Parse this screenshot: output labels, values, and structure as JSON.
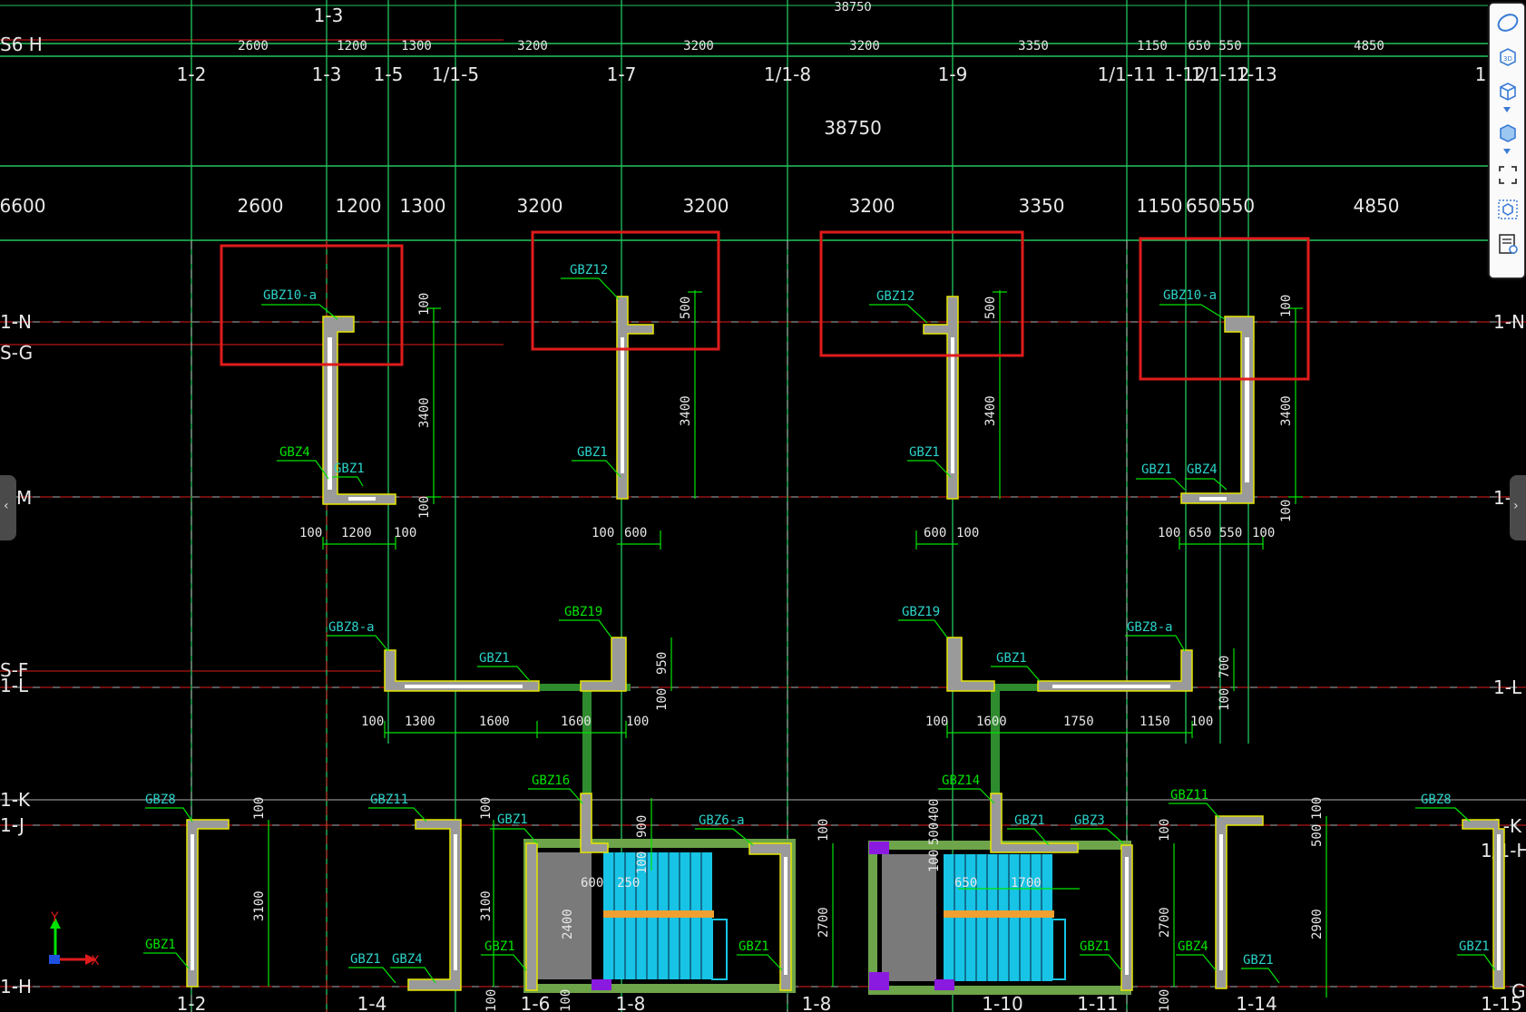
{
  "colors": {
    "axis": "#22c55e",
    "grid": "#b0b0b0",
    "dim": "#00e400",
    "wall": "#9a9a9a",
    "wallOutline": "#e6e600",
    "label": "#2bd3c9",
    "highlight": "#e01b1b",
    "stairs": "#17c4e6",
    "landing": "#f0a030",
    "slab": "#6ea44a",
    "purple": "#8b1ae0"
  },
  "top_total": "38750",
  "top_total_small": "38750",
  "axes_top": [
    "1-2",
    "1-3",
    "1-5",
    "1/1-5",
    "1-7",
    "1/1-8",
    "1-9",
    "1/1-11",
    "1-12",
    "1/1-12",
    "1-13",
    "1"
  ],
  "axis_1_3_top": "1-3",
  "small_dims_top": [
    "2600",
    "1200",
    "1300",
    "3200",
    "3200",
    "3200",
    "3350",
    "1150",
    "650",
    "550",
    "4850"
  ],
  "big_dims": [
    "6600",
    "2600",
    "1200",
    "1300",
    "3200",
    "3200",
    "3200",
    "3350",
    "1150",
    "650550",
    "4850"
  ],
  "left_axes": [
    "S6 H",
    "1-N",
    "S-G",
    "M",
    "S-F",
    "1-L",
    "1-K",
    "1-J",
    "1-H"
  ],
  "right_axes": [
    "1-N",
    "1-",
    "1-L",
    "1-K",
    "1/1-H",
    "G"
  ],
  "bottom_axes": [
    "1-2",
    "1-4",
    "1-6",
    "1-8",
    "1-8",
    "1-10",
    "1-11",
    "1-14",
    "1-15"
  ],
  "labels": {
    "gbz10a_1": "GBZ10-a",
    "gbz12_1": "GBZ12",
    "gbz12_2": "GBZ12",
    "gbz10a_2": "GBZ10-a",
    "gbz4_1": "GBZ4",
    "gbz1_1": "GBZ1",
    "gbz1_2": "GBZ1",
    "gbz1_3": "GBZ1",
    "gbz1_4": "GBZ1",
    "gbz4_2": "GBZ4",
    "gbz8a_1": "GBZ8-a",
    "gbz1_5": "GBZ1",
    "gbz19_1": "GBZ19",
    "gbz19_2": "GBZ19",
    "gbz1_6": "GBZ1",
    "gbz8a_2": "GBZ8-a",
    "gbz8_1": "GBZ8",
    "gbz11_1": "GBZ11",
    "gbz16": "GBZ16",
    "gbz1_7": "GBZ1",
    "gbz6a": "GBZ6-a",
    "gbz14": "GBZ14",
    "gbz1_8": "GBZ1",
    "gbz3": "GBZ3",
    "gbz11_2": "GBZ11",
    "gbz8_2": "GBZ8",
    "gbz1_9": "GBZ1",
    "gbz1_10": "GBZ1",
    "gbz4_3": "GBZ4",
    "gbz1_11": "GBZ1",
    "gbz1_12": "GBZ1",
    "gbz1_13": "GBZ1",
    "gbz4_4": "GBZ4",
    "gbz1_14": "GBZ1",
    "gbz1_15": "GBZ1"
  },
  "dims": {
    "a100": "100",
    "a1200": "1200",
    "a100b": "100",
    "b100": "100",
    "b600": "600",
    "c600": "600",
    "c100": "100",
    "d100": "100",
    "d650": "650",
    "d550": "550",
    "d100b": "100",
    "e100": "100",
    "e1300": "1300",
    "e1600": "1600",
    "e1600b": "1600",
    "e100b": "100",
    "f100": "100",
    "f1600": "1600",
    "f1750": "1750",
    "f1150": "1150",
    "f100b": "100",
    "g650": "650",
    "g1700": "1700",
    "h600": "600",
    "h250": "250"
  },
  "vdims": {
    "v100a": "100",
    "v3400a": "3400",
    "v100b": "100",
    "v500a": "500",
    "v3400b": "3400",
    "v500b": "500",
    "v3400c": "3400",
    "v100c": "100",
    "v3400d": "3400",
    "v100d": "100",
    "v950": "950",
    "v100e": "100",
    "v700": "700",
    "v100f": "100",
    "v100g": "100",
    "v3100a": "3100",
    "v100h": "100",
    "v3100b": "3100",
    "v900": "900",
    "v100i": "100",
    "v2400": "2400",
    "v100j": "100",
    "v2700a": "2700",
    "v400": "400",
    "v500c": "500",
    "v100k": "100",
    "v100l": "100",
    "v2700b": "2700",
    "v100m": "100",
    "v500d": "500",
    "v2900": "2900",
    "v100n": "100",
    "v100o": "100",
    "v100p": "100"
  },
  "ucs": {
    "x": "X",
    "y": "Y"
  },
  "toolbar": [
    "orbit-icon",
    "3d-view-icon",
    "cube-view-icon",
    "cube-solid-icon",
    "fullscreen-icon",
    "model-icon",
    "properties-icon"
  ],
  "handles": {
    "left": "‹",
    "right": "›"
  }
}
